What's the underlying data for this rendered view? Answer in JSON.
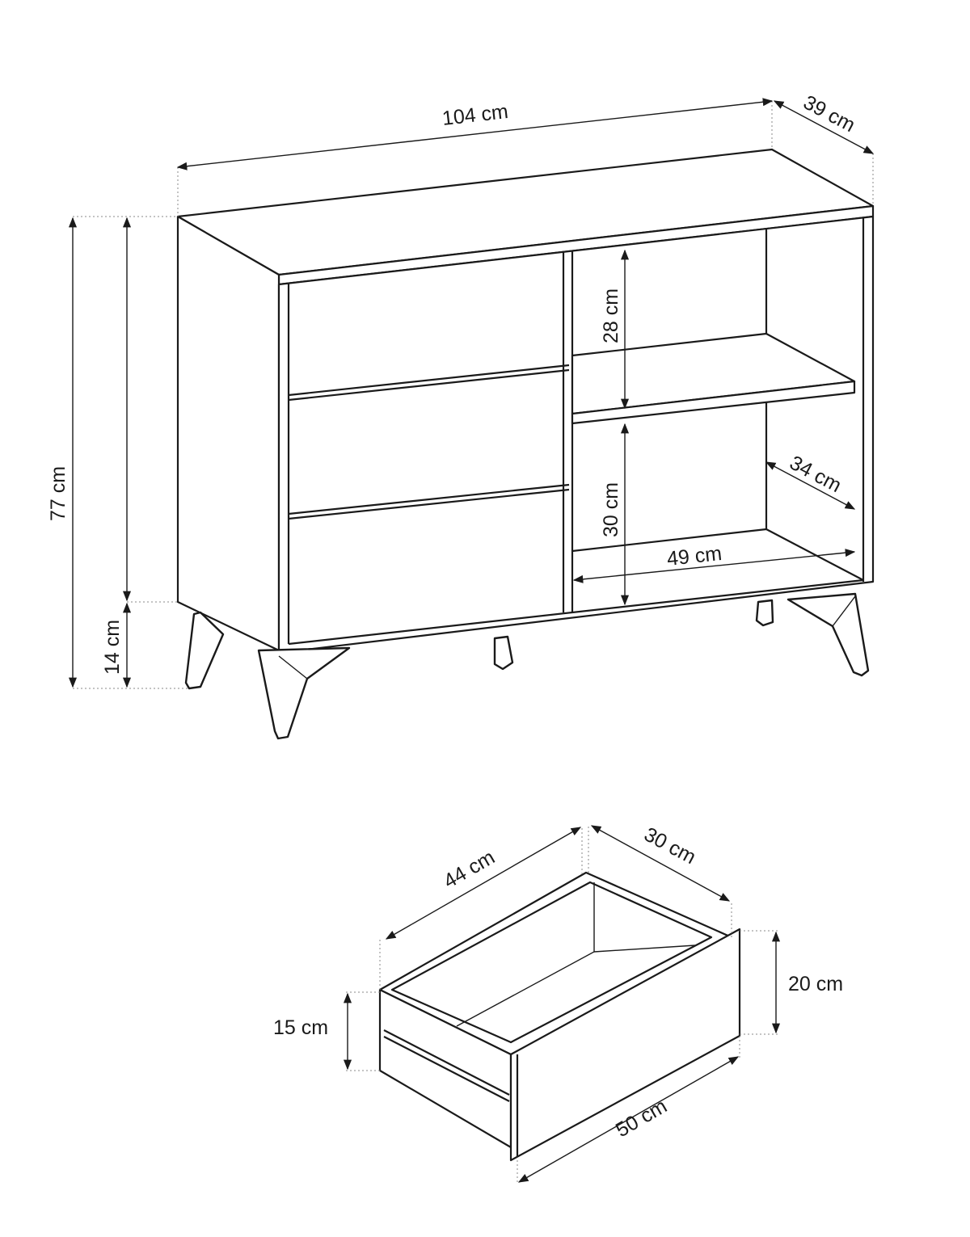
{
  "title": "Sideboard dimensions drawing",
  "cabinet": {
    "width": "104 cm",
    "depth": "39 cm",
    "height": "77 cm",
    "leg_height": "14 cm",
    "upper_compartment_height": "28 cm",
    "lower_compartment_height": "30 cm",
    "compartment_depth": "34 cm",
    "compartment_width": "49 cm"
  },
  "drawer": {
    "inner_length": "44 cm",
    "depth": "30 cm",
    "front_height": "20 cm",
    "side_height": "15 cm",
    "front_width": "50 cm"
  },
  "colors": {
    "line": "#1a1a1a",
    "guide": "#888888",
    "background": "#ffffff"
  }
}
